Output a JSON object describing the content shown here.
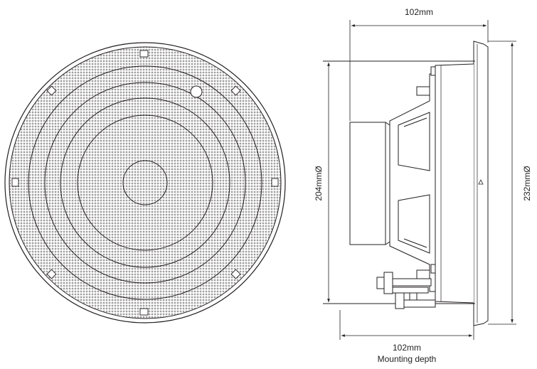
{
  "front_view": {
    "grille_pattern": "perforated-mesh"
  },
  "side_view": {
    "dimensions": {
      "top_width": "102mm",
      "bottom_width": "102mm",
      "bottom_caption": "Mounting depth",
      "cutout_diameter": "204mmØ",
      "outer_diameter": "232mmØ"
    }
  },
  "colors": {
    "line": "#231f20",
    "background": "#ffffff"
  }
}
